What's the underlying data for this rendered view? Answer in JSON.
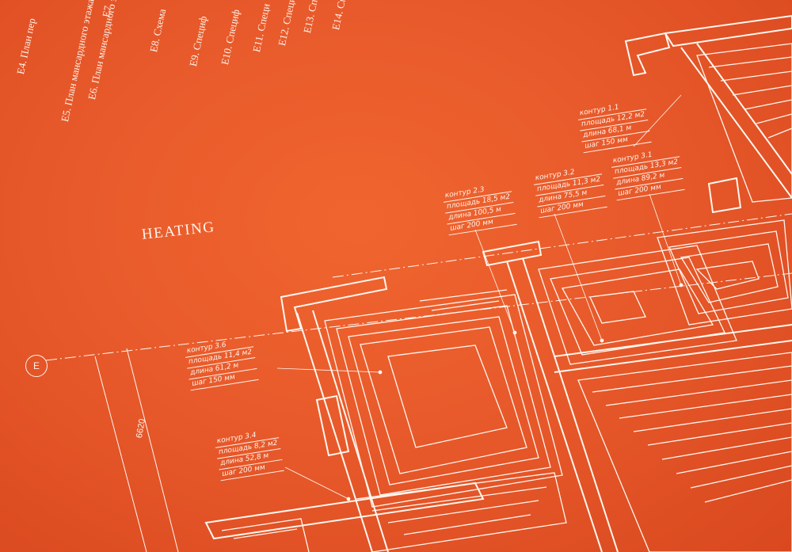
{
  "scene": {
    "title": "HEATING",
    "background_color": "#e8562a",
    "line_color": "#fff6ee"
  },
  "sheet_list": [
    "E4. План пер",
    "E5. План мансардного этажа",
    "E6. План мансардного этажа",
    "E7.",
    "E8. Схема",
    "E9. Специф",
    "E10. Специф",
    "E11. Специ",
    "E12. Специ",
    "E13. Спе",
    "E14. Спец"
  ],
  "circuits": [
    {
      "id": "c11",
      "lines": [
        "контур 1.1",
        "площадь 12,2 м2",
        "длина 68,1 м",
        "шаг 150 мм"
      ]
    },
    {
      "id": "c23",
      "lines": [
        "контур 2.3",
        "площадь 18,5 м2",
        "длина 100,5 м",
        "шаг 200 мм"
      ]
    },
    {
      "id": "c32",
      "lines": [
        "контур 3.2",
        "площадь 11,3 м2",
        "длина 75,5 м",
        "шаг 200 мм"
      ]
    },
    {
      "id": "c31",
      "lines": [
        "контур 3.1",
        "площадь 13,3 м2",
        "длина 89,2 м",
        "шаг 200 мм"
      ]
    },
    {
      "id": "c36",
      "lines": [
        "контур 3.6",
        "площадь 11,4 м2",
        "длина 61,2 м",
        "шаг 150 мм"
      ]
    },
    {
      "id": "c34",
      "lines": [
        "контур 3.4",
        "площадь 8,2 м2",
        "длина 52,8 м",
        "шаг 200 мм"
      ]
    }
  ],
  "axis_label": "E",
  "dimension_label": "6620"
}
